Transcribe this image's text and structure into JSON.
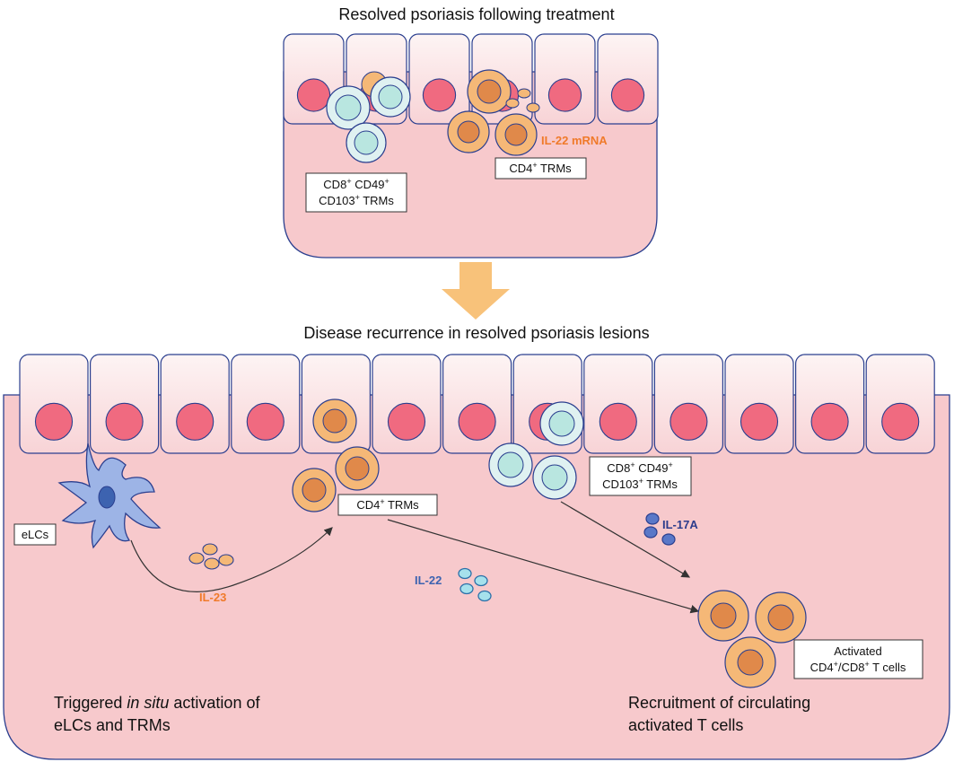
{
  "top_panel": {
    "title": "Resolved psoriasis following treatment",
    "cd8_label": {
      "line1": "CD8",
      "sup1": "+",
      "mid": " CD49",
      "sup2": "+",
      "line2": "CD103",
      "sup3": "+",
      "line2_tail": " TRMs"
    },
    "cd4_label": {
      "text": "CD4",
      "sup": "+",
      "tail": " TRMs"
    },
    "cytokine": "IL-22 mRNA"
  },
  "bottom_panel": {
    "title": "Disease recurrence in resolved psoriasis lesions",
    "elc_label": "eLCs",
    "cd4_label": {
      "text": "CD4",
      "sup": "+",
      "tail": " TRMs"
    },
    "cd8_label": {
      "line1": "CD8",
      "sup1": "+",
      "mid": " CD49",
      "sup2": "+",
      "line2": "CD103",
      "sup3": "+",
      "line2_tail": " TRMs"
    },
    "il23": "IL-23",
    "il22": "IL-22",
    "il17a": "IL-17A",
    "activated_label": {
      "line1": "Activated",
      "line2a": "CD4",
      "sup1": "+",
      "line2b": "/CD8",
      "sup2": "+",
      "line2c": " T cells"
    },
    "caption_left": {
      "line1a": "Triggered ",
      "line1_italic": "in situ",
      "line1b": " activation of",
      "line2": "eLCs and TRMs"
    },
    "caption_right": {
      "line1": "Recruitment of circulating",
      "line2": "activated T cells"
    }
  },
  "colors": {
    "skin": "#f7c9cc",
    "cell_top": "#fbeeee",
    "nucleus": "#f06a80",
    "outline": "#2b3f8f",
    "trm_orange": "#f5b877",
    "trm_orange_core": "#e0894a",
    "cd8_cell": "#dff1f1",
    "cd8_core": "#b9e6e0",
    "arrow": "#f8c27a",
    "il22_mrna": "#f07a2a",
    "il23": "#f07a2a",
    "il22": "#3d63b0",
    "il17a": "#2c3c8c",
    "elc": "#9db4e6"
  }
}
